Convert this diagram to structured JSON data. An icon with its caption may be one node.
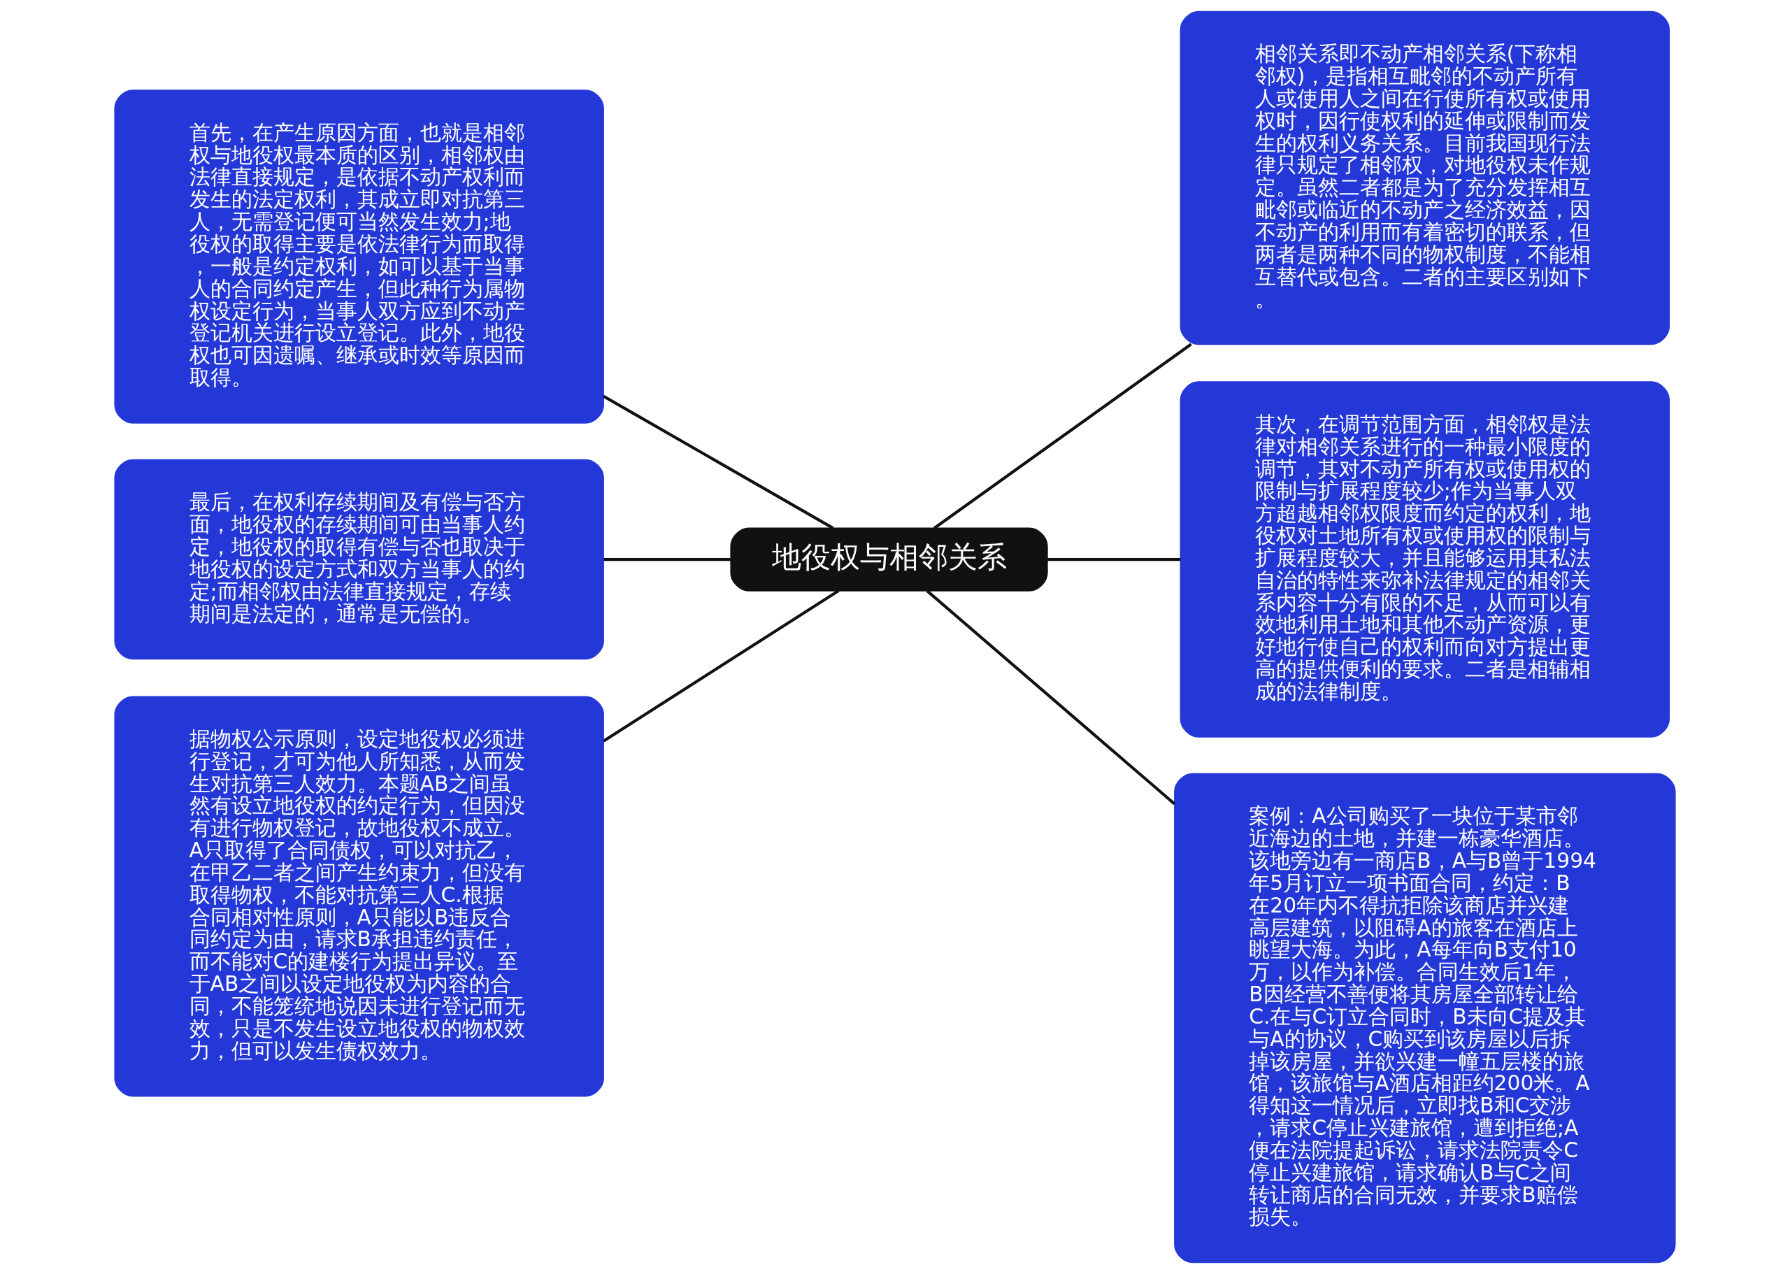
{
  "diagram": {
    "nodes": [
      {
        "text": [
          "地役权与相邻关系"
        ]
      },
      {
        "text": [
          "相邻关系即不动产相邻关系(下称相邻权)，是指相互毗邻的不动产所有人或使用人之间在行使所有权或使用权时，因行使权利的延伸或限制而发生的权利义务关系。目前我国现行法律只规定了相邻权，对地役权未作规定。虽然二者都是为了充分发挥相互毗邻或临近的不动产之经济效益，因不动产的利用而有着密切的联系，但两者是两种不同的物权制度，不能相互替代或包含。二者的主要区别如下。"
        ]
      },
      {
        "text": [
          "其次，在调节范围方面，相邻权是法律对相邻关系进行的一种最小限度的调节，其对不动产所有权或使用权的限制与扩展程度较少;作为当事人双方超越相邻权限度而约定的权利，地役权对土地所有权或使用权的限制与扩展程度较大，并且能够运用其私法自治的特性来弥补法律规定的相邻关系内容十分有限的不足，从而可以有效地利用土地和其他不动产资源，更好地行使自己的权利而向对方提出更高的提供便利的要求。二者是相辅相成的法律制度。"
        ]
      },
      {
        "text": [
          "案例：A公司购买了一块位于某市邻近海边的土地，并建一栋豪华酒店。该地旁边有一商店B，A与B曾于1994年5月订立一项书面合同，约定：B在20年内不得抗拒除该商店并兴建高层建筑，以阻碍A的旅客在酒店上眺望大海。为此，A每年向B支付10万，以作为补偿。合同生效后1年，B因经营不善便将其房屋全部转让给C.在与C订立合同时，B未向C提及其与A的协议，C购买到该房屋以后拆掉该房屋，并欲兴建一幢五层楼的旅馆，该旅馆与A酒店相距约200米。A得知这一情况后，立即找B和C交涉，请求C停止兴建旅馆，遭到拒绝;A便在法院提起诉讼，请求法院责令C停止兴建旅馆，请求确认B与C之间转让商店的合同无效，并要求B赔偿损失。"
        ]
      },
      {
        "text": [
          "首先，在产生原因方面，也就是相邻权与地役权最本质的区别，相邻权由法律直接规定，是依据不动产权利而发生的法定权利，其成立即对抗第三人，无需登记便可当然发生效力;地役权的取得主要是依法律行为而取得，一般是约定权利，如可以基于当事人的合同约定产生，但此种行为属物权设定行为，当事人双方应到不动产登记机关进行设立登记。此外，地役权也可因遗嘱、继承或时效等原因而取得。"
        ]
      },
      {
        "text": [
          "最后，在权利存续期间及有偿与否方面，地役权的存续期间可由当事人约定，地役权的取得有偿与否也取决于地役权的设定方式和双方当事人的约定;而相邻权由法律直接规定，存续期间是法定的，通常是无偿的。"
        ]
      },
      {
        "text": [
          "据物权公示原则，设定地役权必须进行登记，才可为他人所知悉，从而发生对抗第三人效力。本题AB之间虽然有设立地役权的约定行为，但因没有进行物权登记，故地役权不成立。A只取得了合同债权，可以对抗乙，在甲乙二者之间产生约束力，但没有取得物权，不能对抗第三人C.根据合同相对性原则，A只能以B违反合同约定为由，请求B承担违约责任，而不能对C的建楼行为提出异议。至于AB之间以设定地役权为内容的合同，不能笼统地说因未进行登记而无效，只是不发生设立地役权的物权效力，但可以发生债权效力。"
        ]
      }
    ],
    "edges": [
      {
        "from": 0,
        "to": 1,
        "arrow": "none"
      },
      {
        "from": 0,
        "to": 2,
        "arrow": "none"
      },
      {
        "from": 0,
        "to": 3,
        "arrow": "none"
      },
      {
        "from": 4,
        "to": 0,
        "arrow": "none"
      },
      {
        "from": 5,
        "to": 0,
        "arrow": "none"
      },
      {
        "from": 6,
        "to": 0,
        "arrow": "none"
      }
    ]
  }
}
